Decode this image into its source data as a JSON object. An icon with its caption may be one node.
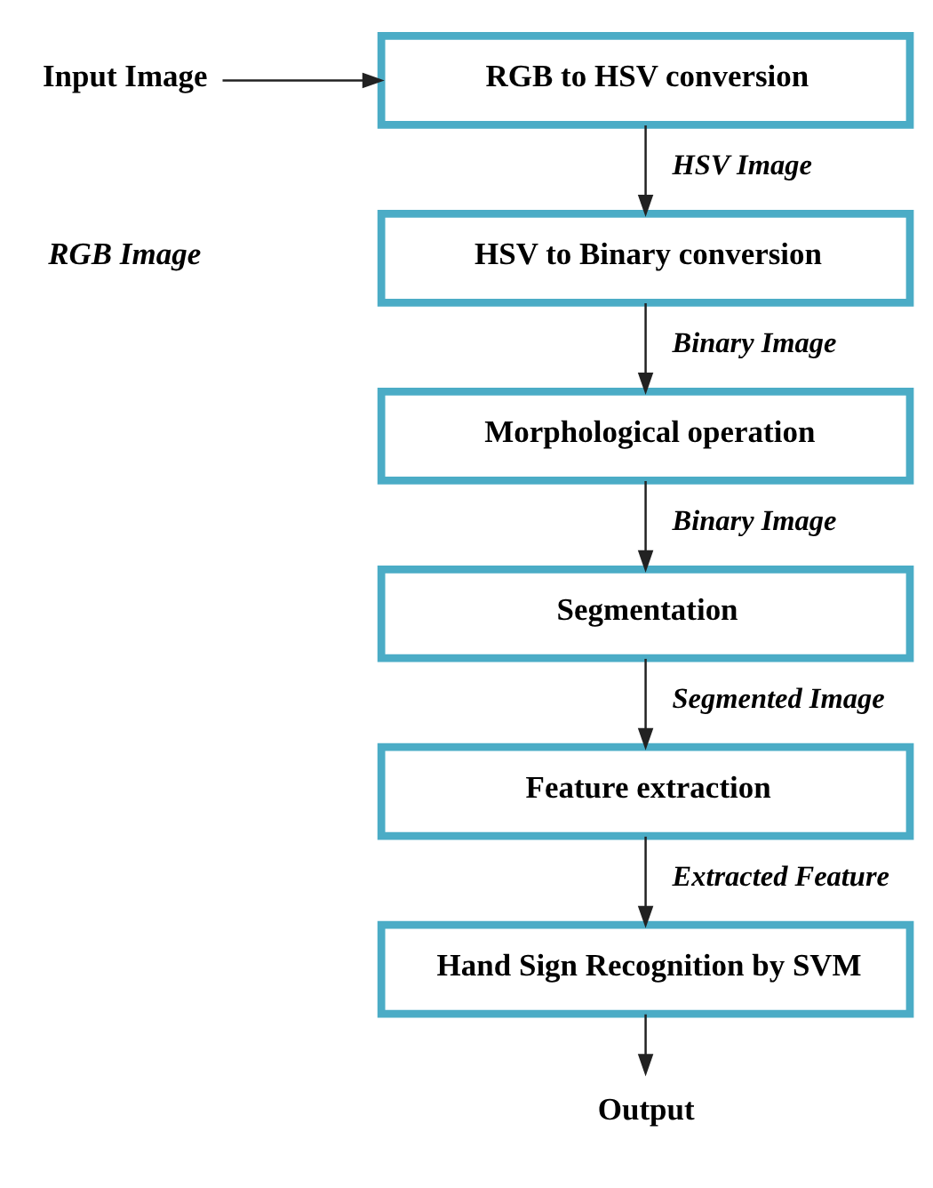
{
  "diagram": {
    "nodes": [
      {
        "text": [
          "Input Image"
        ]
      },
      {
        "text": [
          "RGB to HSV conversion"
        ]
      },
      {
        "text": [
          "HSV to Binary conversion"
        ]
      },
      {
        "text": [
          "Morphological operation"
        ]
      },
      {
        "text": [
          "Segmentation"
        ]
      },
      {
        "text": [
          "Feature extraction"
        ]
      },
      {
        "text": [
          "Hand Sign Recognition by SVM"
        ]
      },
      {
        "text": [
          "Output"
        ]
      }
    ],
    "edges": [
      {
        "from": 0,
        "to": 1,
        "arrow": "to"
      },
      {
        "from": 1,
        "to": 2,
        "arrow": "to",
        "label": "HSV Image"
      },
      {
        "from": 2,
        "to": 3,
        "arrow": "to",
        "label": "Binary Image"
      },
      {
        "from": 3,
        "to": 4,
        "arrow": "to",
        "label": "Binary Image"
      },
      {
        "from": 4,
        "to": 5,
        "arrow": "to",
        "label": "Segmented Image"
      },
      {
        "from": 5,
        "to": 6,
        "arrow": "to",
        "label": "Extracted Feature"
      },
      {
        "from": 6,
        "to": 7,
        "arrow": "to"
      }
    ],
    "labels": [
      "RGB Image"
    ]
  }
}
